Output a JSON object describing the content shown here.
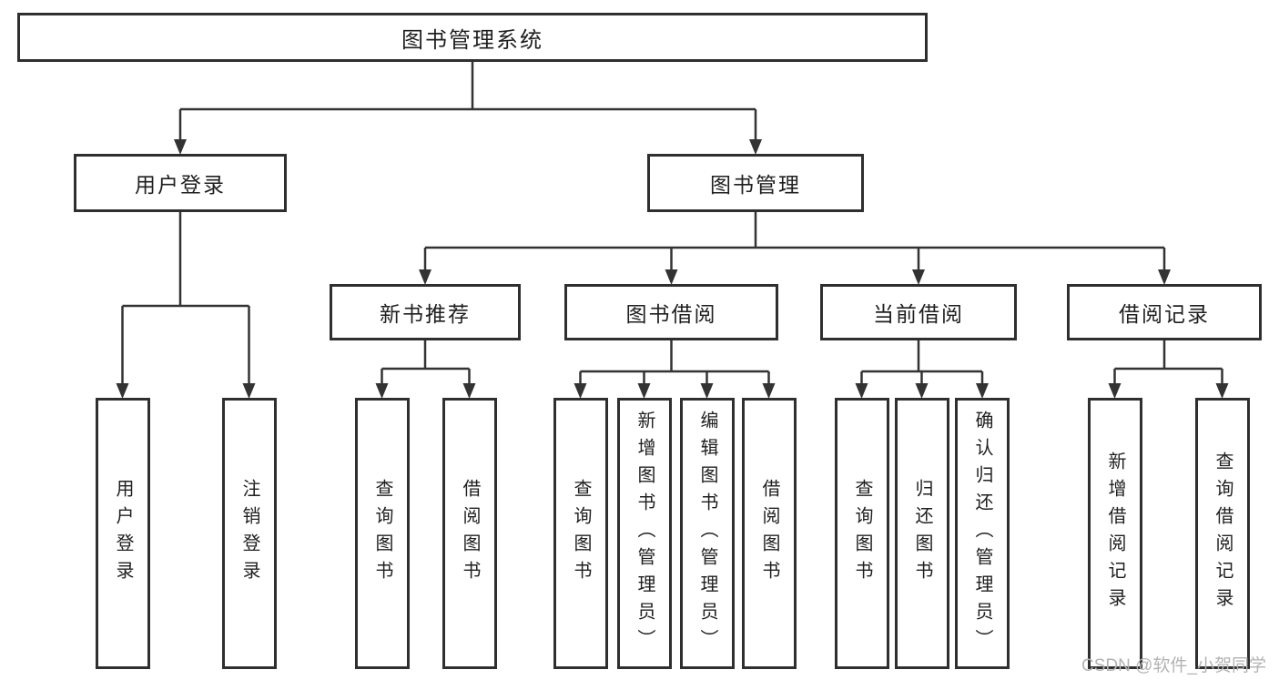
{
  "diagram": {
    "root": {
      "label": "图书管理系统"
    },
    "level2": [
      {
        "label": "用户登录"
      },
      {
        "label": "图书管理"
      }
    ],
    "level3": [
      {
        "label": "新书推荐"
      },
      {
        "label": "图书借阅"
      },
      {
        "label": "当前借阅"
      },
      {
        "label": "借阅记录"
      }
    ],
    "leaves": {
      "user_login": [
        {
          "label": "用户登录"
        },
        {
          "label": "注销登录"
        }
      ],
      "new_rec": [
        {
          "label": "查询图书"
        },
        {
          "label": "借阅图书"
        }
      ],
      "book_borrow": [
        {
          "label": "查询图书"
        },
        {
          "label": "新增图书（管理员）"
        },
        {
          "label": "编辑图书（管理员）"
        },
        {
          "label": "借阅图书"
        }
      ],
      "current_borrow": [
        {
          "label": "查询图书"
        },
        {
          "label": "归还图书"
        },
        {
          "label": "确认归还（管理员）"
        }
      ],
      "borrow_record": [
        {
          "label": "新增借阅记录"
        },
        {
          "label": "查询借阅记录"
        }
      ]
    }
  },
  "watermark": {
    "text": "CSDN @软件_小贺同学"
  },
  "colors": {
    "line": "#333333",
    "box_border": "#2f2f2f",
    "text": "#1f1f1f",
    "watermark": "#b3b3b3",
    "background": "#ffffff"
  }
}
